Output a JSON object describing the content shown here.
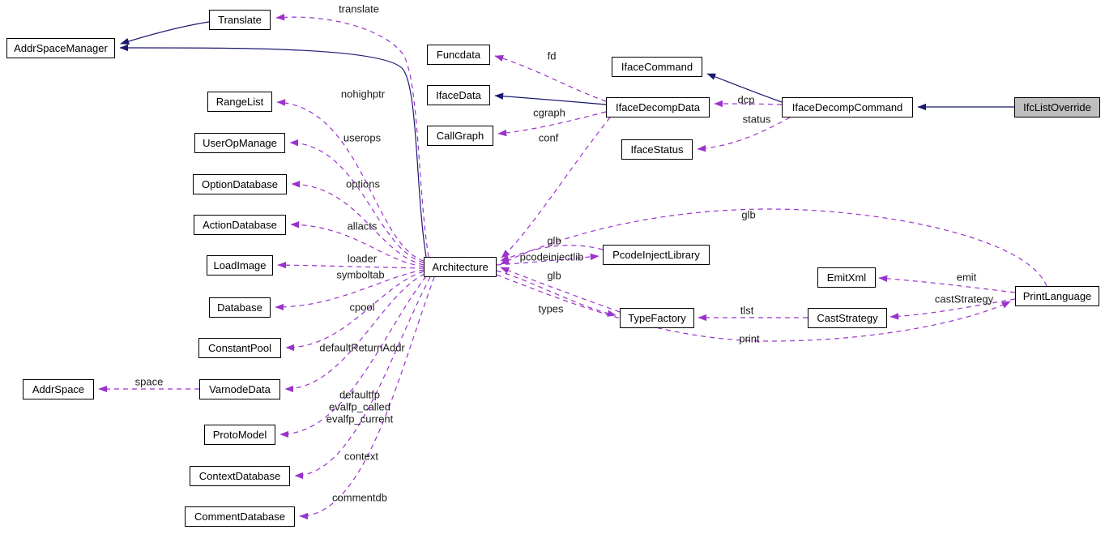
{
  "diagram_type": "doxygen-collaboration-graph",
  "colors": {
    "dashed_edge": "#9a32cd",
    "solid_edge": "#191970",
    "node_fill": "#ffffff",
    "node_border": "#000000",
    "selected_node_fill": "#bfbfbf",
    "background": "#ffffff"
  },
  "nodes": {
    "translate": {
      "label": "Translate"
    },
    "addrspacemanager": {
      "label": "AddrSpaceManager"
    },
    "funcdata": {
      "label": "Funcdata"
    },
    "ifacecommand": {
      "label": "IfaceCommand"
    },
    "ifacedata": {
      "label": "IfaceData"
    },
    "ifacedecompdata": {
      "label": "IfaceDecompData"
    },
    "ifacedecompcommand": {
      "label": "IfaceDecompCommand"
    },
    "ifclistoverride": {
      "label": "IfcListOverride",
      "selected": true
    },
    "callgraph": {
      "label": "CallGraph"
    },
    "ifacestatus": {
      "label": "IfaceStatus"
    },
    "rangelist": {
      "label": "RangeList"
    },
    "useropmanage": {
      "label": "UserOpManage"
    },
    "optiondatabase": {
      "label": "OptionDatabase"
    },
    "actiondatabase": {
      "label": "ActionDatabase"
    },
    "loadimage": {
      "label": "LoadImage"
    },
    "database": {
      "label": "Database"
    },
    "constantpool": {
      "label": "ConstantPool"
    },
    "addrspace": {
      "label": "AddrSpace"
    },
    "varnodedata": {
      "label": "VarnodeData"
    },
    "protomodel": {
      "label": "ProtoModel"
    },
    "contextdatabase": {
      "label": "ContextDatabase"
    },
    "commentdatabase": {
      "label": "CommentDatabase"
    },
    "architecture": {
      "label": "Architecture"
    },
    "pcodeinjectlibrary": {
      "label": "PcodeInjectLibrary"
    },
    "typefactory": {
      "label": "TypeFactory"
    },
    "emitxml": {
      "label": "EmitXml"
    },
    "caststrategy": {
      "label": "CastStrategy"
    },
    "printlanguage": {
      "label": "PrintLanguage"
    }
  },
  "edges": [
    {
      "from": "Architecture",
      "to": "Translate",
      "label": "translate",
      "style": "dashed"
    },
    {
      "from": "Translate",
      "to": "AddrSpaceManager",
      "label": "",
      "style": "solid"
    },
    {
      "from": "Architecture",
      "to": "AddrSpaceManager",
      "label": "",
      "style": "solid"
    },
    {
      "from": "Architecture",
      "to": "RangeList",
      "label": "nohighptr",
      "style": "dashed"
    },
    {
      "from": "Architecture",
      "to": "UserOpManage",
      "label": "userops",
      "style": "dashed"
    },
    {
      "from": "Architecture",
      "to": "OptionDatabase",
      "label": "options",
      "style": "dashed"
    },
    {
      "from": "Architecture",
      "to": "ActionDatabase",
      "label": "allacts",
      "style": "dashed"
    },
    {
      "from": "Architecture",
      "to": "LoadImage",
      "label": "loader",
      "style": "dashed"
    },
    {
      "from": "Architecture",
      "to": "Database",
      "label": "symboltab",
      "style": "dashed"
    },
    {
      "from": "Architecture",
      "to": "ConstantPool",
      "label": "cpool",
      "style": "dashed"
    },
    {
      "from": "Architecture",
      "to": "VarnodeData",
      "label": "defaultReturnAddr",
      "style": "dashed"
    },
    {
      "from": "VarnodeData",
      "to": "AddrSpace",
      "label": "space",
      "style": "dashed"
    },
    {
      "from": "Architecture",
      "to": "ProtoModel",
      "label": "defaultfp\nevalfp_called\nevalfp_current",
      "style": "dashed"
    },
    {
      "from": "Architecture",
      "to": "ContextDatabase",
      "label": "context",
      "style": "dashed"
    },
    {
      "from": "Architecture",
      "to": "CommentDatabase",
      "label": "commentdb",
      "style": "dashed"
    },
    {
      "from": "IfaceDecompData",
      "to": "Funcdata",
      "label": "fd",
      "style": "dashed"
    },
    {
      "from": "IfaceDecompData",
      "to": "IfaceData",
      "label": "",
      "style": "solid"
    },
    {
      "from": "IfaceDecompData",
      "to": "CallGraph",
      "label": "cgraph",
      "style": "dashed"
    },
    {
      "from": "IfaceDecompData",
      "to": "Architecture",
      "label": "conf",
      "style": "dashed"
    },
    {
      "from": "IfaceDecompCommand",
      "to": "IfaceDecompData",
      "label": "dcp",
      "style": "dashed"
    },
    {
      "from": "IfaceDecompCommand",
      "to": "IfaceStatus",
      "label": "status",
      "style": "dashed"
    },
    {
      "from": "IfaceDecompCommand",
      "to": "IfaceCommand",
      "label": "",
      "style": "solid"
    },
    {
      "from": "IfcListOverride",
      "to": "IfaceDecompCommand",
      "label": "",
      "style": "solid"
    },
    {
      "from": "Architecture",
      "to": "PcodeInjectLibrary",
      "label": "pcodeinjectlib",
      "style": "dashed"
    },
    {
      "from": "PcodeInjectLibrary",
      "to": "Architecture",
      "label": "glb",
      "style": "dashed"
    },
    {
      "from": "Architecture",
      "to": "TypeFactory",
      "label": "types",
      "style": "dashed"
    },
    {
      "from": "TypeFactory",
      "to": "Architecture",
      "label": "glb",
      "style": "dashed"
    },
    {
      "from": "CastStrategy",
      "to": "TypeFactory",
      "label": "tlst",
      "style": "dashed"
    },
    {
      "from": "PrintLanguage",
      "to": "CastStrategy",
      "label": "castStrategy",
      "style": "dashed"
    },
    {
      "from": "PrintLanguage",
      "to": "EmitXml",
      "label": "emit",
      "style": "dashed"
    },
    {
      "from": "PrintLanguage",
      "to": "Architecture",
      "label": "glb",
      "style": "dashed"
    },
    {
      "from": "Architecture",
      "to": "PrintLanguage",
      "label": "print",
      "style": "dashed"
    }
  ]
}
